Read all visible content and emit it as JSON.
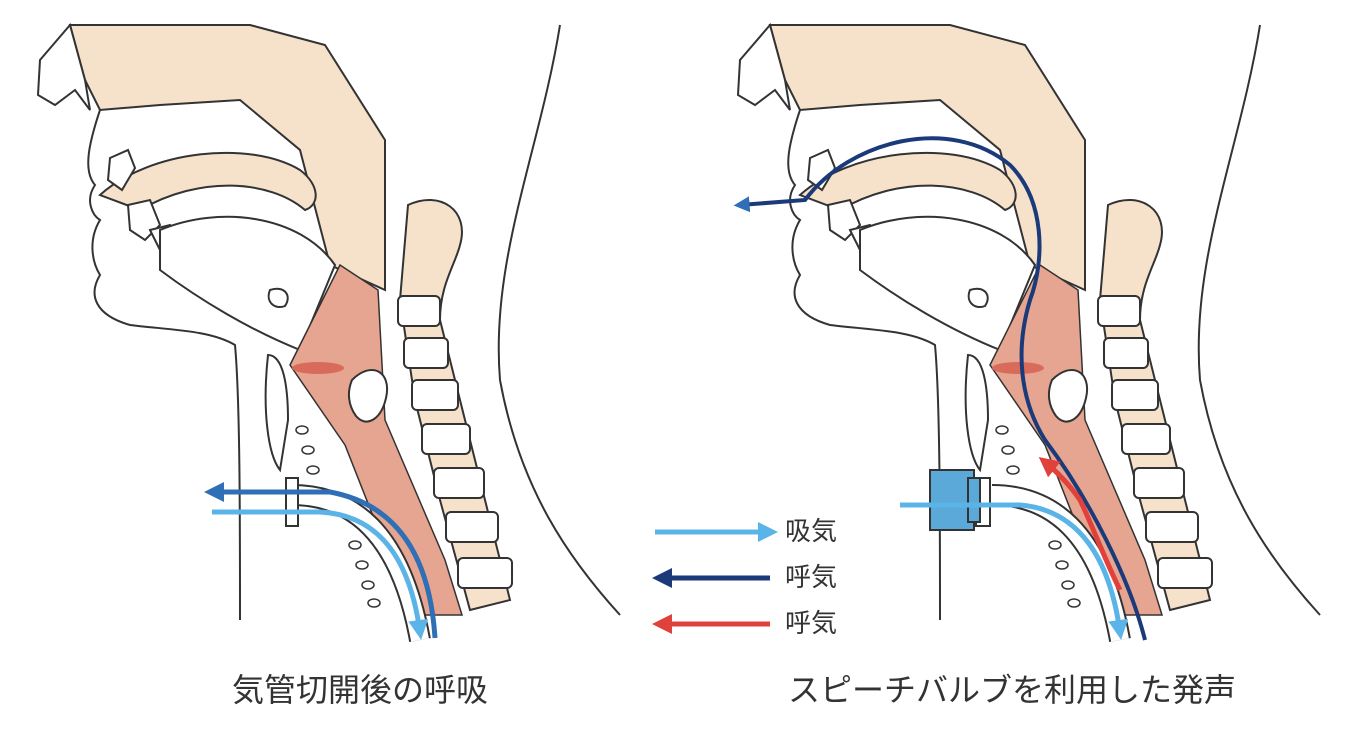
{
  "colors": {
    "inhale": "#5bb4e8",
    "exhale": "#1a3a7a",
    "exhale_red": "#e0413a",
    "tissue": "#f6e1cb",
    "muscle": "#e6a591",
    "muscle_dark": "#d96b5b",
    "valve": "#5aa9d8",
    "outline": "#333333"
  },
  "legend": {
    "items": [
      {
        "label": "吸気",
        "color": "#5bb4e8",
        "icon": "arrow-right-icon"
      },
      {
        "label": "呼気",
        "color": "#1a3a7a",
        "icon": "arrow-left-icon"
      },
      {
        "label": "呼気",
        "color": "#e0413a",
        "icon": "arrow-left-icon"
      }
    ]
  },
  "panels": {
    "left": {
      "caption": "気管切開後の呼吸"
    },
    "right": {
      "caption": "スピーチバルブを利用した発声"
    }
  }
}
